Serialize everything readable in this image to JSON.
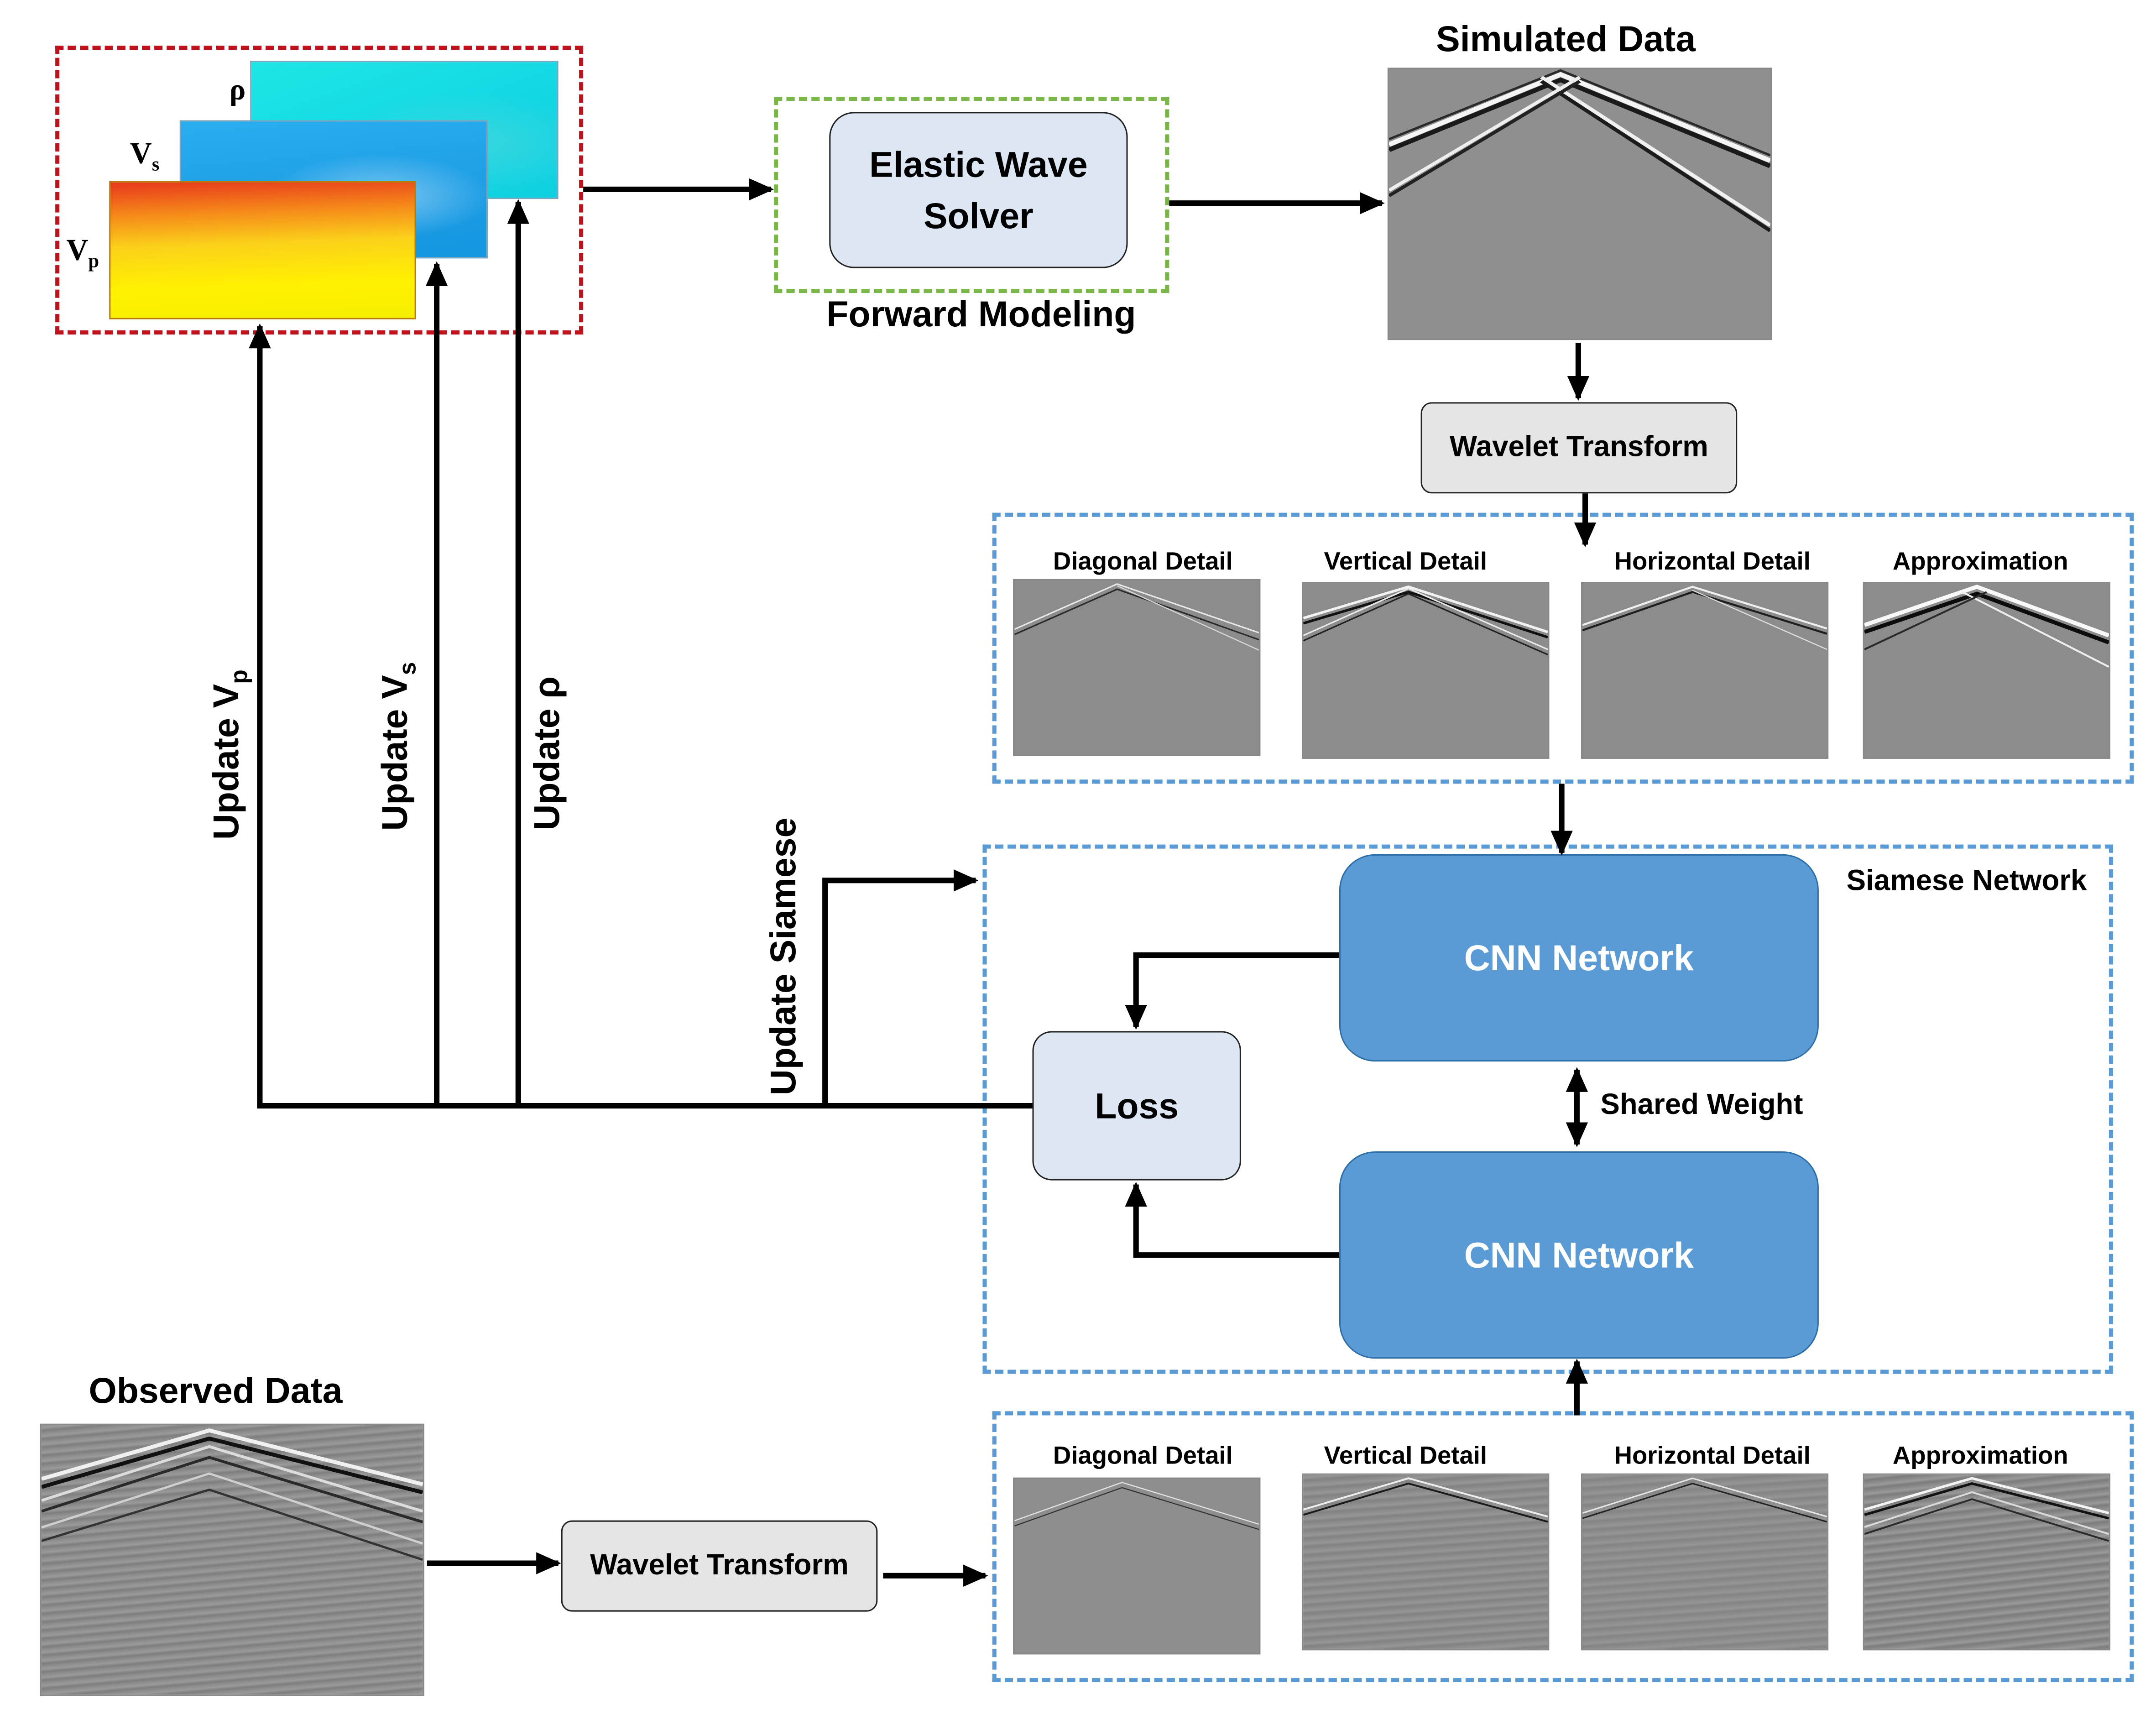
{
  "diagram": {
    "model_params": {
      "rho": "ρ",
      "vs_base": "V",
      "vs_sub": "s",
      "vp_base": "V",
      "vp_sub": "p"
    },
    "forward_modeling": {
      "solver_line1": "Elastic Wave",
      "solver_line2": "Solver",
      "caption": "Forward Modeling"
    },
    "simulated_data": {
      "title": "Simulated Data"
    },
    "wavelet_transform_sim": "Wavelet Transform",
    "wavelet_transform_obs": "Wavelet Transform",
    "sim_components": [
      "Diagonal Detail",
      "Vertical Detail",
      "Horizontal Detail",
      "Approximation"
    ],
    "obs_components": [
      "Diagonal Detail",
      "Vertical Detail",
      "Horizontal Detail",
      "Approximation"
    ],
    "siamese": {
      "title": "Siamese Network",
      "cnn_top": "CNN Network",
      "cnn_bottom": "CNN Network",
      "shared_weight": "Shared Weight",
      "loss": "Loss"
    },
    "updates": {
      "vp": "Update V",
      "vp_sub": "p",
      "vs": "Update V",
      "vs_sub": "s",
      "rho": "Update ρ",
      "siamese": "Update Siamese"
    },
    "observed_data": {
      "title": "Observed Data"
    },
    "colors": {
      "red_dash": "#c0121c",
      "green_dash": "#7ab648",
      "blue_dash": "#5b9bd5",
      "cnn_fill": "#5b9bd5",
      "light_box": "#dde7f4",
      "grey_box": "#e5e5e5"
    }
  }
}
